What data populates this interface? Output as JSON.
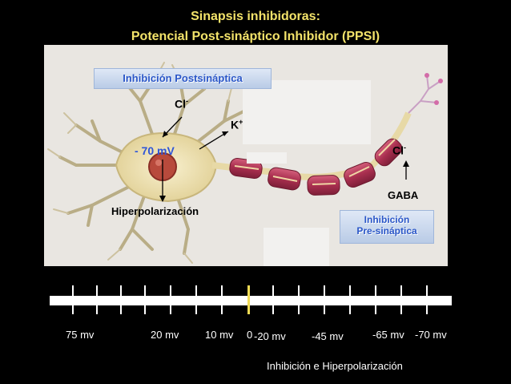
{
  "title": {
    "line1": "Sinapsis inhibidoras:",
    "line2": "Potencial Post-sináptico Inhibidor (PPSI)"
  },
  "diagram": {
    "postsynaptic_box": "Inhibición Postsináptica",
    "cl_left": "Cl",
    "cl_left_sup": "-",
    "k_ion": "K",
    "k_sup": "+",
    "voltage": "- 70 mV",
    "cl_right": "Cl",
    "cl_right_sup": "-",
    "gaba": "GABA",
    "hyperpolarization": "Hiperpolarización",
    "presynaptic_box_line1": "Inhibición",
    "presynaptic_box_line2": "Pre-sináptica"
  },
  "scale": {
    "labels": [
      "75 mv",
      "20 mv",
      "10 mv",
      "0",
      "-20 mv",
      "-45 mv",
      "-65 mv",
      "-70 mv"
    ],
    "caption": "Inhibición e Hiperpolarización"
  },
  "colors": {
    "title": "#f3e36a",
    "label_blue": "#2f56d8",
    "myelin": "#b23a57",
    "soma": "#efe4b8",
    "nucleus": "#b84a3c",
    "highlight_tick": "#f2dc55"
  }
}
